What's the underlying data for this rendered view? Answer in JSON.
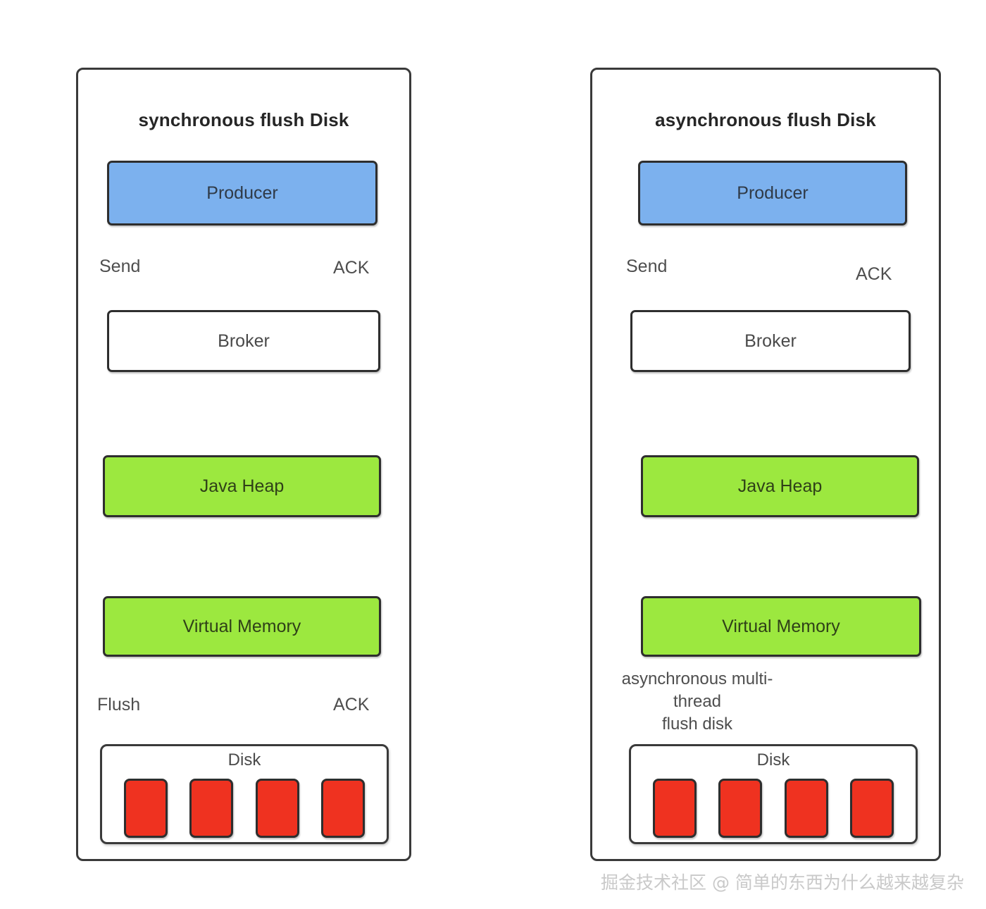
{
  "panels": [
    {
      "id": "synchronous",
      "title": "synchronous flush Disk",
      "nodes": [
        {
          "key": "producer",
          "label": "Producer",
          "fill": "blue"
        },
        {
          "key": "broker",
          "label": "Broker",
          "fill": "plain"
        },
        {
          "key": "java_heap",
          "label": "Java Heap",
          "fill": "green"
        },
        {
          "key": "virtual_memory",
          "label": "Virtual Memory",
          "fill": "green"
        }
      ],
      "disk": {
        "label": "Disk",
        "block_count": 4,
        "block_color": "#ef3220"
      },
      "edge_labels": {
        "producer_broker_down": "Send",
        "producer_broker_up": "ACK",
        "vm_disk_down": "Flush",
        "vm_disk_up": "ACK"
      }
    },
    {
      "id": "asynchronous",
      "title": "asynchronous flush Disk",
      "nodes": [
        {
          "key": "producer",
          "label": "Producer",
          "fill": "blue"
        },
        {
          "key": "broker",
          "label": "Broker",
          "fill": "plain"
        },
        {
          "key": "java_heap",
          "label": "Java Heap",
          "fill": "green"
        },
        {
          "key": "virtual_memory",
          "label": "Virtual Memory",
          "fill": "green"
        }
      ],
      "disk": {
        "label": "Disk",
        "block_count": 4,
        "block_color": "#ef3220"
      },
      "edge_labels": {
        "producer_broker_down": "Send",
        "producer_broker_up": "ACK"
      },
      "annotation": {
        "line1": "asynchronous multi-",
        "line2": "thread",
        "line3": "flush disk"
      }
    }
  ],
  "watermark": "掘金技术社区 @ 简单的东西为什么越来越复杂",
  "colors": {
    "producer_fill": "#7cb1ee",
    "memory_fill": "#9ce83f",
    "disk_block_fill": "#ef3220",
    "arrow_down": "#2e2e2e",
    "arrow_ack": "#1414ee",
    "border": "#2e2e2e"
  }
}
